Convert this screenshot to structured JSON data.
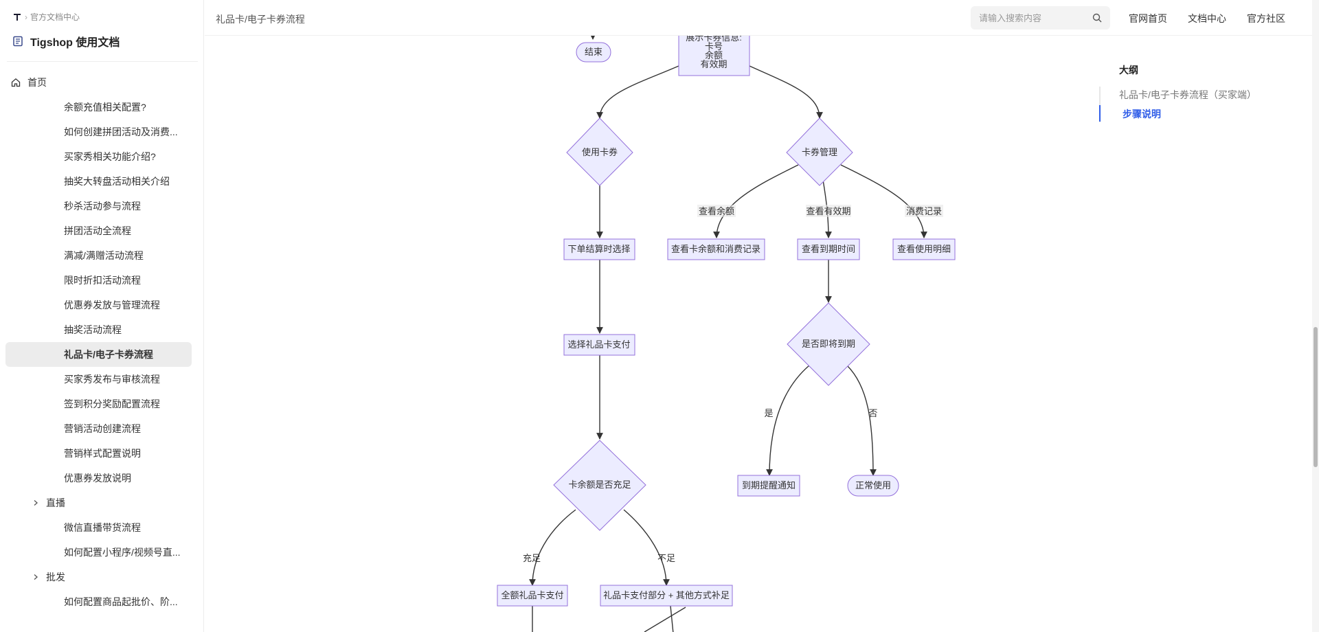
{
  "sidebar": {
    "breadcrumb": "官方文档中心",
    "site_title": "Tigshop 使用文档",
    "home": "首页",
    "items": [
      {
        "label": "余额充值相关配置?",
        "type": "sub"
      },
      {
        "label": "如何创建拼团活动及消费...",
        "type": "sub"
      },
      {
        "label": "买家秀相关功能介绍?",
        "type": "sub"
      },
      {
        "label": "抽奖大转盘活动相关介绍",
        "type": "sub"
      },
      {
        "label": "秒杀活动参与流程",
        "type": "sub"
      },
      {
        "label": "拼团活动全流程",
        "type": "sub"
      },
      {
        "label": "满减/满赠活动流程",
        "type": "sub"
      },
      {
        "label": "限时折扣活动流程",
        "type": "sub"
      },
      {
        "label": "优惠券发放与管理流程",
        "type": "sub"
      },
      {
        "label": "抽奖活动流程",
        "type": "sub"
      },
      {
        "label": "礼品卡/电子卡券流程",
        "type": "active"
      },
      {
        "label": "买家秀发布与审核流程",
        "type": "sub"
      },
      {
        "label": "签到积分奖励配置流程",
        "type": "sub"
      },
      {
        "label": "营销活动创建流程",
        "type": "sub"
      },
      {
        "label": "营销样式配置说明",
        "type": "sub"
      },
      {
        "label": "优惠券发放说明",
        "type": "sub"
      },
      {
        "label": "直播",
        "type": "group"
      },
      {
        "label": "微信直播带货流程",
        "type": "sub"
      },
      {
        "label": "如何配置小程序/视频号直...",
        "type": "sub"
      },
      {
        "label": "批发",
        "type": "group"
      },
      {
        "label": "如何配置商品起批价、阶...",
        "type": "sub"
      }
    ]
  },
  "topbar": {
    "page_crumb": "礼品卡/电子卡券流程",
    "search_placeholder": "请输入搜索内容",
    "links": [
      "官网首页",
      "文档中心",
      "官方社区"
    ]
  },
  "diagram": {
    "nodes": {
      "end": "结束",
      "show_info": [
        "展示卡券信息:",
        "卡号",
        "余额",
        "有效期"
      ],
      "use_card": "使用卡券",
      "card_manage": "卡券管理",
      "checkout_select": "下单结算时选择",
      "view_balance": "查看卡余额和消费记录",
      "view_expiry": "查看到期时间",
      "view_detail": "查看使用明细",
      "select_pay": "选择礼品卡支付",
      "is_expiring": "是否即将到期",
      "is_enough": "卡余额是否充足",
      "expiry_notice": "到期提醒通知",
      "normal_use": "正常使用",
      "full_pay": "全额礼品卡支付",
      "partial_pay": "礼品卡支付部分 + 其他方式补足"
    },
    "edge_labels": {
      "check_balance": "查看余额",
      "check_expiry": "查看有效期",
      "consume_record": "消费记录",
      "yes": "是",
      "no": "否",
      "enough": "充足",
      "not_enough": "不足"
    },
    "colors": {
      "node_fill": "#ececff",
      "node_stroke": "#9370db",
      "edge": "#333333"
    }
  },
  "outline": {
    "title": "大纲",
    "items": [
      "礼品卡/电子卡券流程（买家端）",
      "步骤说明"
    ]
  }
}
